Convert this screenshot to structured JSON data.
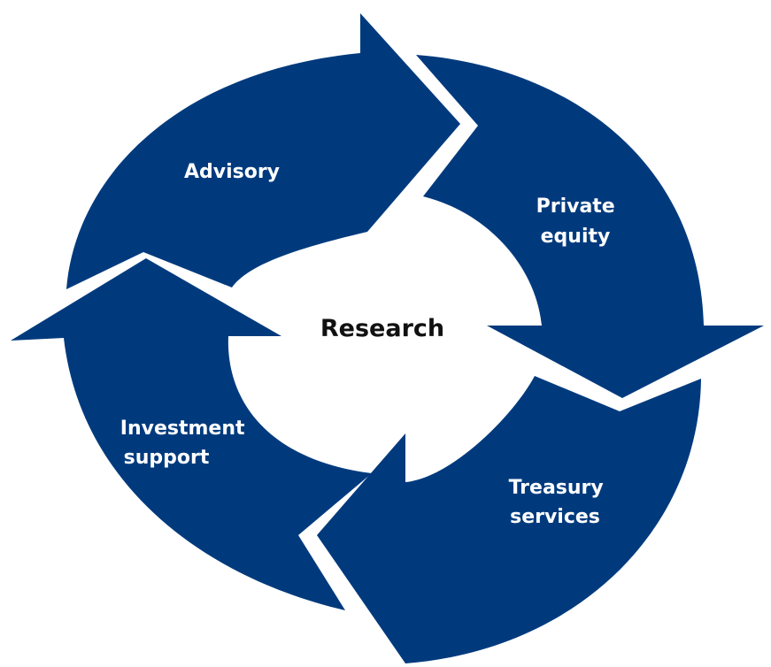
{
  "diagram": {
    "center": "Research",
    "segments": [
      {
        "id": "advisory",
        "lines": [
          "Advisory"
        ]
      },
      {
        "id": "private-equity",
        "lines": [
          "Private",
          "equity"
        ]
      },
      {
        "id": "treasury-services",
        "lines": [
          "Treasury",
          "services"
        ]
      },
      {
        "id": "investment-support",
        "lines": [
          "Investment",
          "support"
        ]
      }
    ]
  },
  "colors": {
    "segment_fill": "#003a7d",
    "segment_text": "#ffffff",
    "center_text": "#111111",
    "background": "#ffffff"
  }
}
